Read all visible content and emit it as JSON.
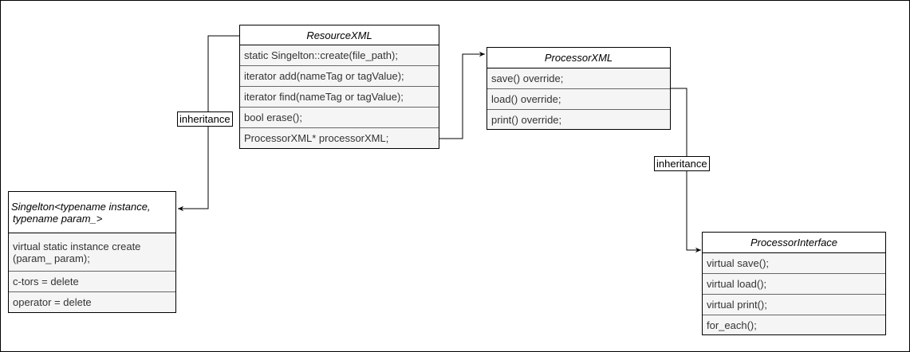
{
  "classes": {
    "resource_xml": {
      "title": "ResourceXML",
      "members": [
        "static Singelton::create(file_path);",
        "iterator add(nameTag or tagValue);",
        "iterator find(nameTag or tagValue);",
        "bool erase();",
        "ProcessorXML* processorXML;"
      ]
    },
    "processor_xml": {
      "title": "ProcessorXML",
      "members": [
        "save() override;",
        "load() override;",
        "print() override;"
      ]
    },
    "singleton": {
      "title_line1": "Singelton<typename instance,",
      "title_line2": "typename param_>",
      "members": [
        "virtual static instance create",
        "(param_ param);",
        "c-tors = delete",
        "operator = delete"
      ]
    },
    "processor_interface": {
      "title": "ProcessorInterface",
      "members": [
        "virtual save();",
        "virtual load();",
        "virtual print();",
        "for_each();"
      ]
    }
  },
  "edge_labels": {
    "left_inheritance": "inheritance",
    "right_inheritance": "inheritance"
  }
}
